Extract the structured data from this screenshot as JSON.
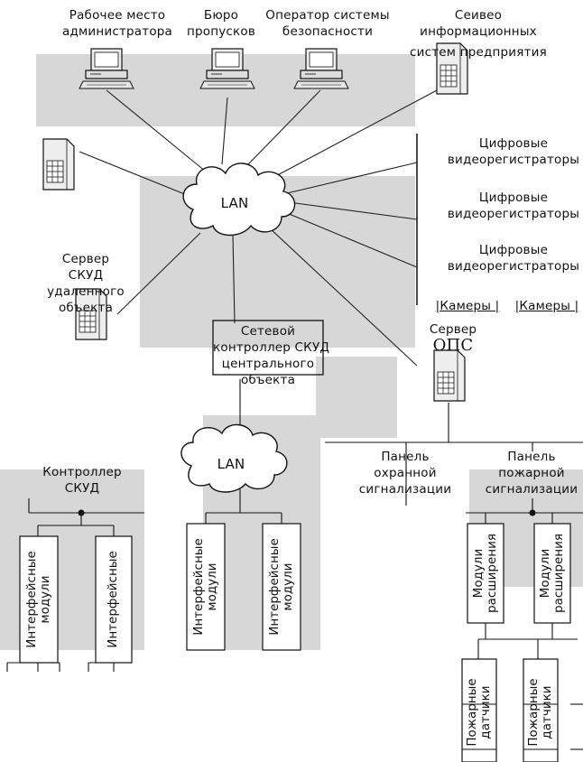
{
  "nodes": {
    "admin_workstation": [
      "Рабочее место",
      "администратора"
    ],
    "pass_bureau": [
      "Бюро",
      "пропусков"
    ],
    "security_operator": [
      "Оператор системы",
      "безопасности"
    ],
    "enterprise_server": [
      "Сеивео",
      "информационных",
      "систем предприятия"
    ],
    "lan_main": "LAN",
    "dvr_1": [
      "Цифровые",
      "видеорегистраторы"
    ],
    "dvr_2": [
      "Цифровые",
      "видеорегистраторы"
    ],
    "dvr_3": [
      "Цифровые",
      "видеорегистраторы"
    ],
    "cameras_1": "|Камеры |",
    "cameras_2": "|Камеры |",
    "remote_skud_server": [
      "Сервер",
      "СКУД",
      "удаленного",
      "объекта"
    ],
    "network_controller": [
      "Сетевой",
      "контроллер СКУД",
      "центрального",
      "объекта"
    ],
    "ops_server": [
      "Сервер",
      "ОПС"
    ],
    "lan_central": "LAN",
    "skud_controller": [
      "Контроллер",
      "СКУД"
    ],
    "intruder_panel": [
      "Панель",
      "охранной",
      "сигнализации"
    ],
    "fire_panel": [
      "Панель",
      "пожарной",
      "сигнализации"
    ]
  },
  "modules": {
    "interface_modules": [
      "Интерфейсные",
      "модули"
    ],
    "interface_cut": "Интерфейсные",
    "expansion_modules": [
      "Модули",
      "расширения"
    ],
    "fire_sensors": [
      "Пожарные",
      "датчики"
    ]
  }
}
